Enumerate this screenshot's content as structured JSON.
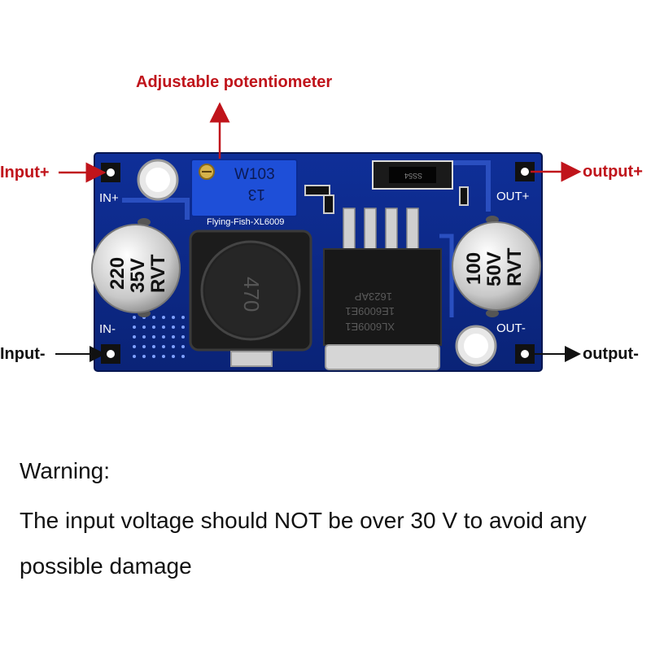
{
  "labels": {
    "potentiometer": "Adjustable potentiometer",
    "input_plus": "Input+",
    "input_minus": "Input-",
    "output_plus": "output+",
    "output_minus": "output-"
  },
  "board": {
    "silk_in_plus": "IN+",
    "silk_in_minus": "IN-",
    "silk_out_plus": "OUT+",
    "silk_out_minus": "OUT-",
    "pot_marking_top": "W103",
    "pot_marking_bottom": "13",
    "board_name": "Flying-Fish-XL6009",
    "cap_left": [
      "220",
      "35V",
      "RVT"
    ],
    "cap_right": [
      "100",
      "50V",
      "RVT"
    ],
    "inductor": "470",
    "chip_lines": [
      "XL6009E1",
      "1E6009E1",
      "1623AP"
    ],
    "diode": "SS54"
  },
  "warning": {
    "title": "Warning:",
    "text": "The input voltage should NOT be over 30 V to avoid any possible damage"
  },
  "colors": {
    "pcb": "#0d2a8c",
    "callout_red": "#c0141b",
    "pot_blue": "#1e4fd8"
  }
}
